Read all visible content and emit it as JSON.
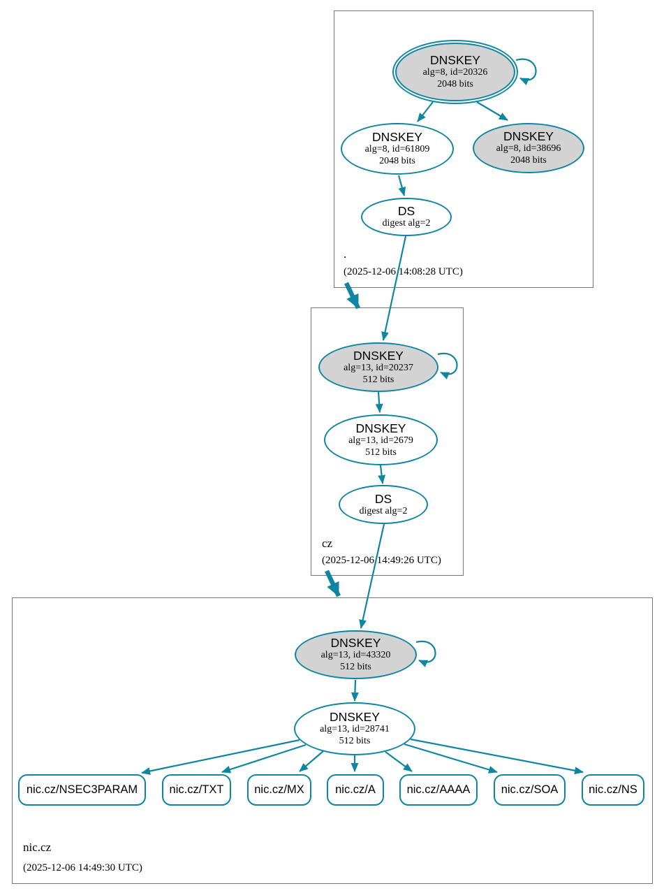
{
  "accent_color": "#0f86a1",
  "node_gray_fill": "#d3d3d3",
  "zones": {
    "root": {
      "name": ".",
      "timestamp": "(2025-12-06 14:08:28 UTC)",
      "nodes": {
        "ksk": {
          "title": "DNSKEY",
          "line2": "alg=8, id=20326",
          "line3": "2048 bits"
        },
        "zsk": {
          "title": "DNSKEY",
          "line2": "alg=8, id=61809",
          "line3": "2048 bits"
        },
        "key2": {
          "title": "DNSKEY",
          "line2": "alg=8, id=38696",
          "line3": "2048 bits"
        },
        "ds": {
          "title": "DS",
          "line2": "digest alg=2"
        }
      }
    },
    "cz": {
      "name": "cz",
      "timestamp": "(2025-12-06 14:49:26 UTC)",
      "nodes": {
        "ksk": {
          "title": "DNSKEY",
          "line2": "alg=13, id=20237",
          "line3": "512 bits"
        },
        "zsk": {
          "title": "DNSKEY",
          "line2": "alg=13, id=2679",
          "line3": "512 bits"
        },
        "ds": {
          "title": "DS",
          "line2": "digest alg=2"
        }
      }
    },
    "niccz": {
      "name": "nic.cz",
      "timestamp": "(2025-12-06 14:49:30 UTC)",
      "nodes": {
        "ksk": {
          "title": "DNSKEY",
          "line2": "alg=13, id=43320",
          "line3": "512 bits"
        },
        "zsk": {
          "title": "DNSKEY",
          "line2": "alg=13, id=28741",
          "line3": "512 bits"
        }
      },
      "rrsets": [
        {
          "label": "nic.cz/NSEC3PARAM"
        },
        {
          "label": "nic.cz/TXT"
        },
        {
          "label": "nic.cz/MX"
        },
        {
          "label": "nic.cz/A"
        },
        {
          "label": "nic.cz/AAAA"
        },
        {
          "label": "nic.cz/SOA"
        },
        {
          "label": "nic.cz/NS"
        }
      ]
    }
  }
}
